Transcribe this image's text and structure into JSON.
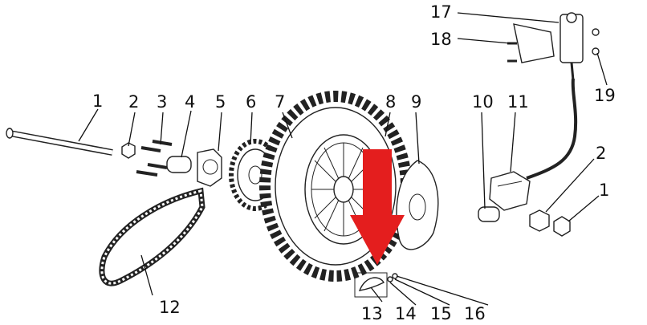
{
  "figure": {
    "type": "exploded-parts-diagram",
    "subject": "rear wheel assembly",
    "highlight_color": "#e41e1e",
    "labels": [
      {
        "id": "l1a",
        "text": "1"
      },
      {
        "id": "l2a",
        "text": "2"
      },
      {
        "id": "l3",
        "text": "3"
      },
      {
        "id": "l4",
        "text": "4"
      },
      {
        "id": "l5",
        "text": "5"
      },
      {
        "id": "l6",
        "text": "6"
      },
      {
        "id": "l7",
        "text": "7"
      },
      {
        "id": "l8",
        "text": "8"
      },
      {
        "id": "l9",
        "text": "9"
      },
      {
        "id": "l10",
        "text": "10"
      },
      {
        "id": "l11",
        "text": "11"
      },
      {
        "id": "l17",
        "text": "17"
      },
      {
        "id": "l18",
        "text": "18"
      },
      {
        "id": "l19",
        "text": "19"
      },
      {
        "id": "l2b",
        "text": "2"
      },
      {
        "id": "l1b",
        "text": "1"
      },
      {
        "id": "l12",
        "text": "12"
      },
      {
        "id": "l13",
        "text": "13"
      },
      {
        "id": "l14",
        "text": "14"
      },
      {
        "id": "l15",
        "text": "15"
      },
      {
        "id": "l16",
        "text": "16"
      }
    ]
  }
}
